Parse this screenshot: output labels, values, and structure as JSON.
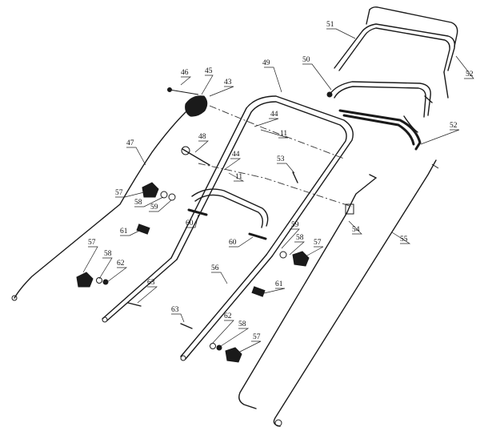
{
  "callouts": {
    "c11a": "11",
    "c11b": "11",
    "c43": "43",
    "c44a": "44",
    "c44b": "44",
    "c45": "45",
    "c46": "46",
    "c47": "47",
    "c48": "48",
    "c49": "49",
    "c50": "50",
    "c51": "51",
    "c52a": "52",
    "c52b": "52",
    "c53": "53",
    "c54": "54",
    "c55": "55",
    "c56": "56",
    "c57a": "57",
    "c57b": "57",
    "c57c": "57",
    "c57d": "57",
    "c58a": "58",
    "c58b": "58",
    "c58c": "58",
    "c58d": "58",
    "c59a": "59",
    "c59b": "59",
    "c60a": "60",
    "c60b": "60",
    "c61a": "61",
    "c61b": "61",
    "c62a": "62",
    "c62b": "62",
    "c63a": "63",
    "c63b": "63"
  }
}
